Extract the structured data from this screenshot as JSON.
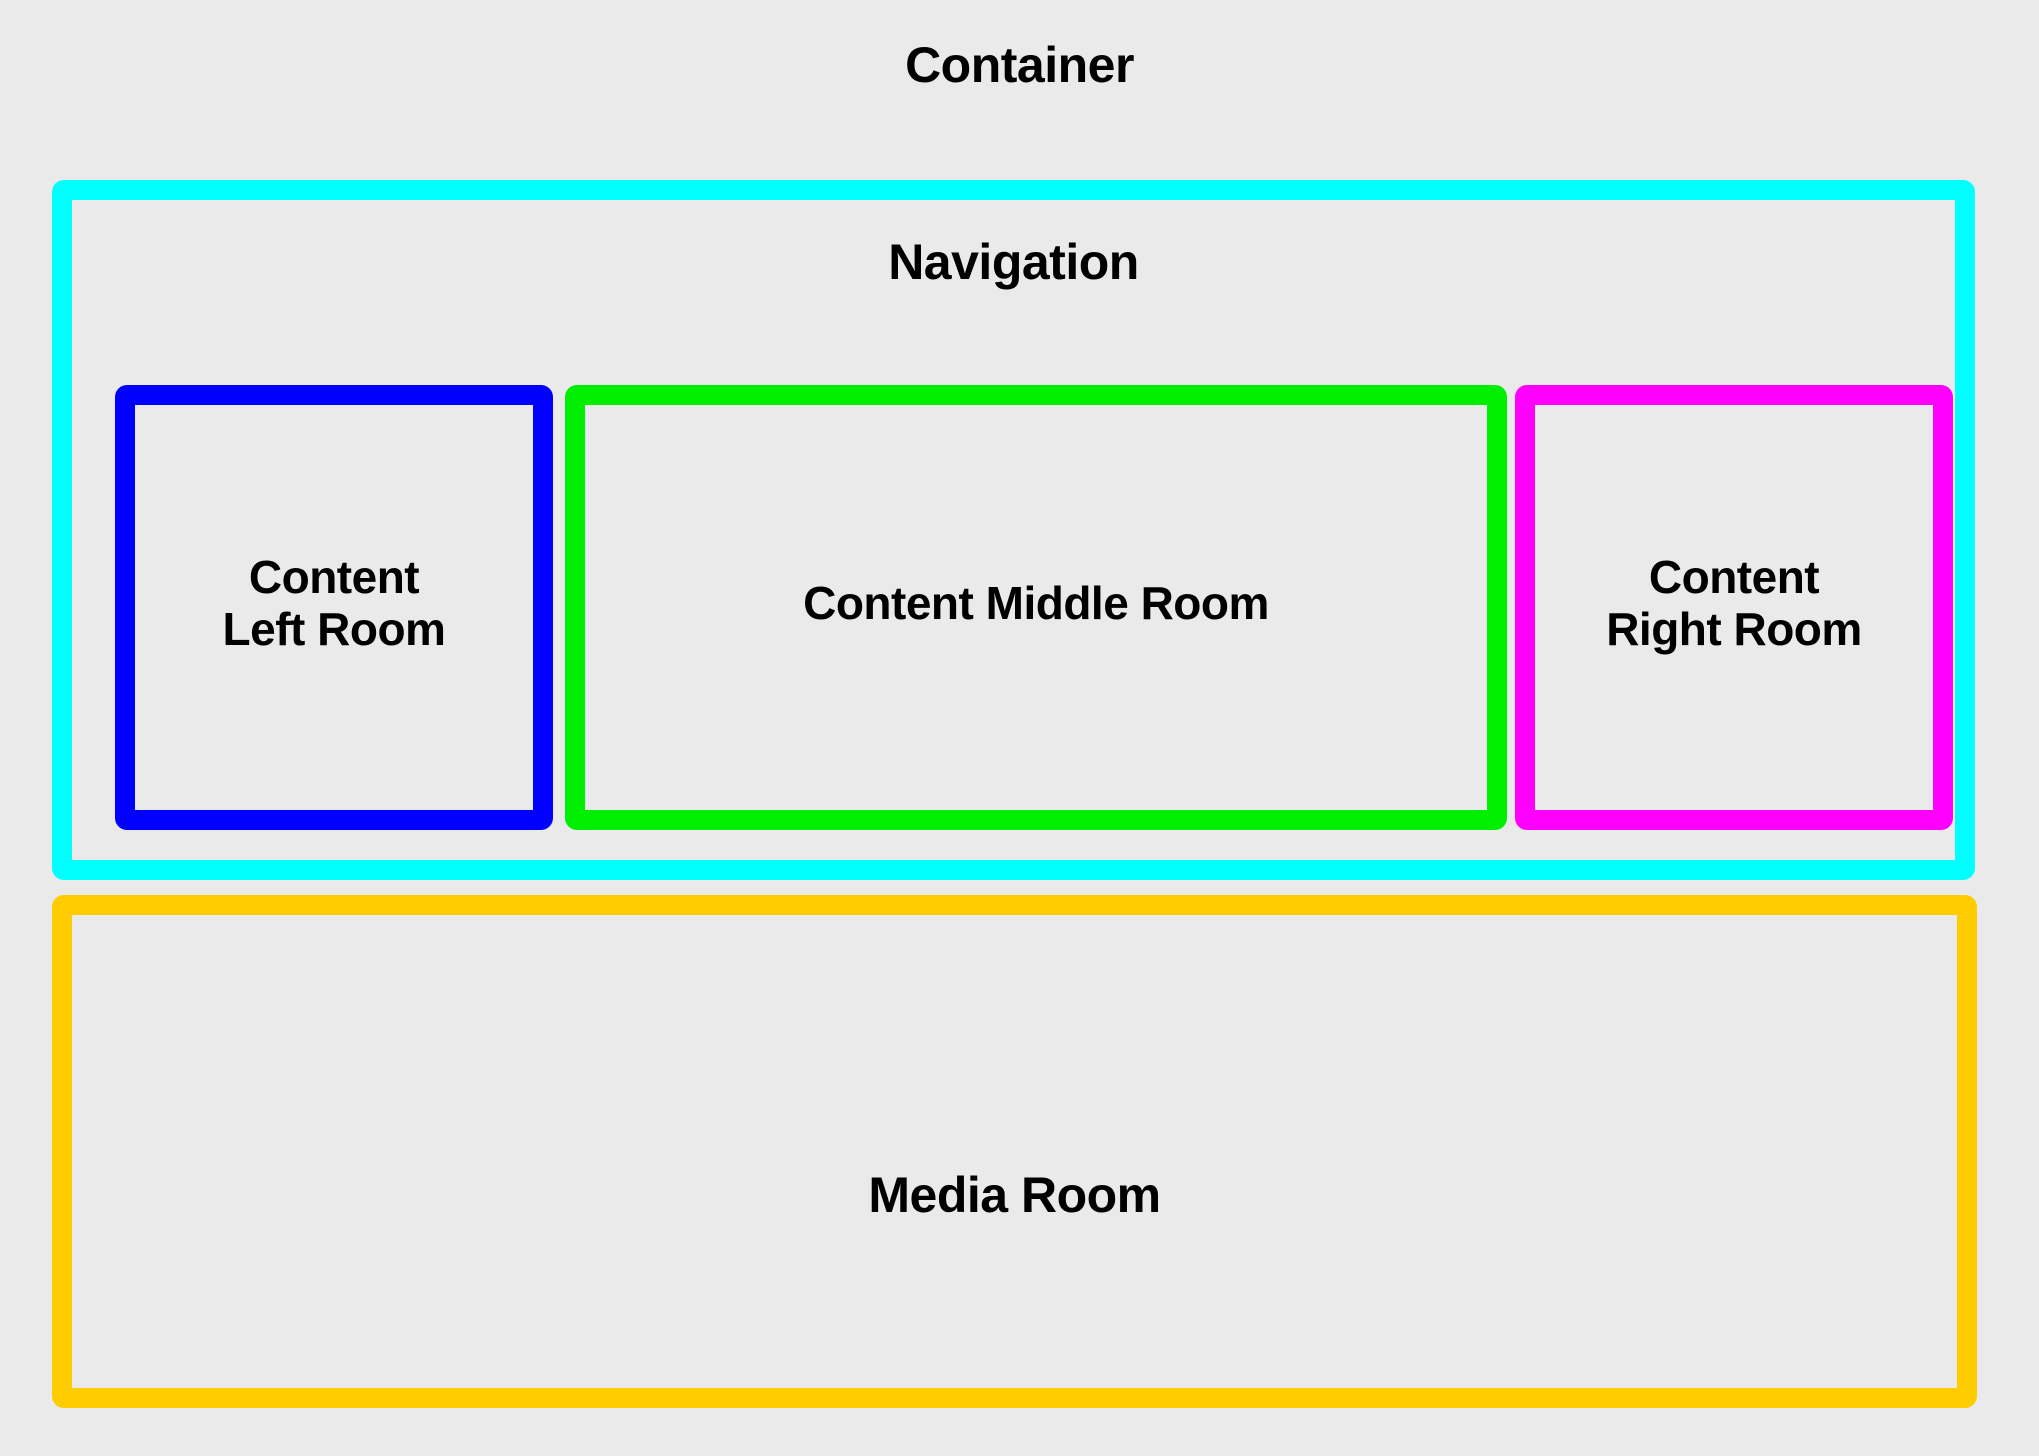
{
  "page": {
    "title": "Container",
    "background_color": "#EAEAEA",
    "text_color": "#000000"
  },
  "navigation": {
    "title": "Navigation",
    "border_color": "#00FFFF",
    "content_boxes": [
      {
        "label": "Content Left Room",
        "border_color": "#0000FF",
        "position": "left"
      },
      {
        "label": "Content Middle Room",
        "border_color": "#00EE00",
        "position": "middle"
      },
      {
        "label": "Content Right Room",
        "border_color": "#FF00FF",
        "position": "right"
      }
    ]
  },
  "media": {
    "title": "Media Room",
    "border_color": "#FFCC00"
  }
}
